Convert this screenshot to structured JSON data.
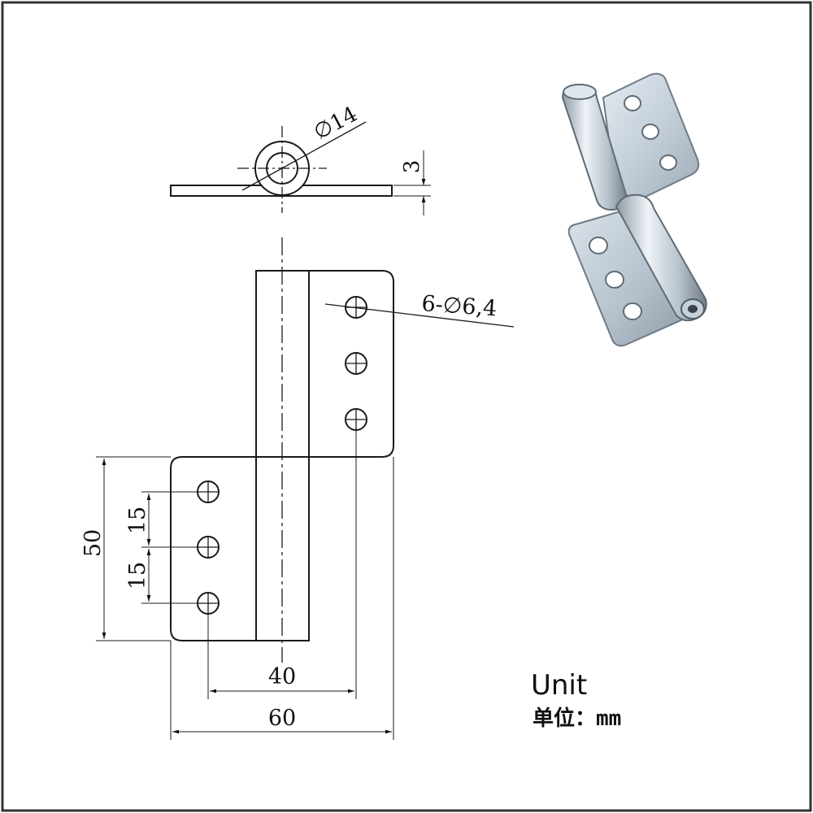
{
  "dimensions": {
    "pin_diameter": "∅14",
    "thickness": "3",
    "holes": "6-∅6,4",
    "height": "50",
    "spacing_upper": "15",
    "spacing_lower": "15",
    "hole_span": "40",
    "width": "60"
  },
  "unit": {
    "title": "Unit",
    "label": "单位：mm"
  },
  "colors": {
    "frame": "#333333",
    "line": "#1a1a1a",
    "metal": "#c9d3dc"
  }
}
